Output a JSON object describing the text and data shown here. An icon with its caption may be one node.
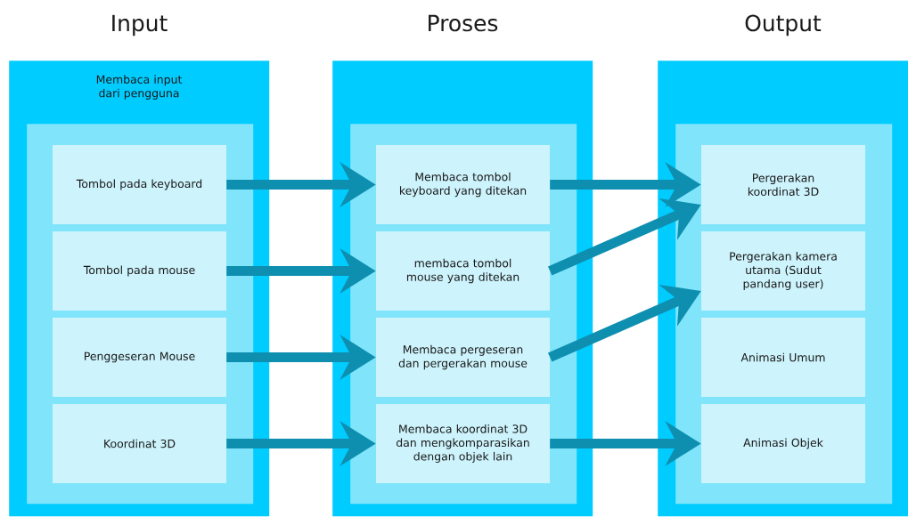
{
  "diagram": {
    "nodes": [
      {
        "text": [
          "Input",
          "Membaca input dari pengguna"
        ]
      },
      {
        "text": [],
        "shape": "box",
        "in": 0
      },
      {
        "text": [
          "Tombol pada keyboard"
        ],
        "in": 1
      },
      {
        "text": [
          "Tombol pada mouse"
        ],
        "in": 1
      },
      {
        "text": [
          "Penggeseran Mouse"
        ],
        "in": 1
      },
      {
        "text": [
          "Koordinat 3D"
        ],
        "in": 1
      },
      {
        "text": [
          "Proses"
        ]
      },
      {
        "text": [],
        "shape": "box",
        "in": 6
      },
      {
        "text": [
          "Membaca tombol keyboard yang ditekan"
        ],
        "in": 7
      },
      {
        "text": [
          "membaca tombol mouse yang ditekan"
        ],
        "in": 7
      },
      {
        "text": [
          "Membaca pergeseran dan pergerakan mouse"
        ],
        "in": 7
      },
      {
        "text": [
          "Membaca koordinat 3D dan mengkomparasikan dengan objek lain"
        ],
        "in": 7
      },
      {
        "text": [
          "Output"
        ]
      },
      {
        "text": [],
        "shape": "box",
        "in": 12
      },
      {
        "text": [
          "Pergerakan koordinat 3D"
        ],
        "in": 13
      },
      {
        "text": [
          "Pergerakan kamera utama (Sudut pandang user)"
        ],
        "in": 13
      },
      {
        "text": [
          "Animasi Umum"
        ],
        "in": 13
      },
      {
        "text": [
          "Animasi Objek"
        ],
        "in": 13
      }
    ],
    "edges": [
      {
        "from": 2,
        "to": 8,
        "arrow": "to"
      },
      {
        "from": 3,
        "to": 9,
        "arrow": "to"
      },
      {
        "from": 4,
        "to": 10,
        "arrow": "to"
      },
      {
        "from": 5,
        "to": 11,
        "arrow": "to"
      },
      {
        "from": 8,
        "to": 14,
        "arrow": "to"
      },
      {
        "from": 9,
        "to": 14,
        "arrow": "to"
      },
      {
        "from": 10,
        "to": 15,
        "arrow": "to"
      },
      {
        "from": 11,
        "to": 17,
        "arrow": "to"
      }
    ]
  }
}
